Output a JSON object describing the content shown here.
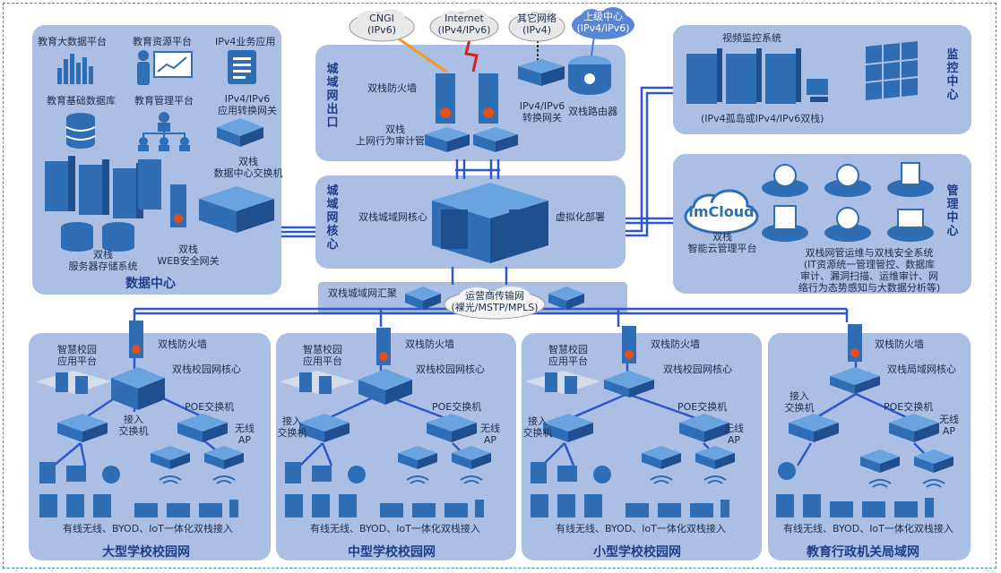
{
  "datacenter": {
    "title": "数据中心",
    "bigdata": "教育大数据平台",
    "resource": "教育资源平台",
    "ipv4app": "IPv4业务应用",
    "basicdb": "教育基础数据库",
    "mgmt": "教育管理平台",
    "gw_l1": "IPv4/IPv6",
    "gw_l2": "应用转换网关",
    "dcsw_l1": "双栈",
    "dcsw_l2": "数据中心交换机",
    "srv_l1": "双栈",
    "srv_l2": "服务器存储系统",
    "waf_l1": "双栈",
    "waf_l2": "WEB安全网关"
  },
  "exit": {
    "title": "城域网出口",
    "firewall": "双栈防火墙",
    "audit_l1": "双栈",
    "audit_l2": "上网行为审计管理",
    "conv_l1": "IPv4/IPv6",
    "conv_l2": "转换网关",
    "router": "双栈路由器"
  },
  "clouds": {
    "cngi_l1": "CNGI",
    "cngi_l2": "(IPv6)",
    "inet_l1": "Internet",
    "inet_l2": "(IPv4/IPv6)",
    "other_l1": "其它网络",
    "other_l2": "(IPv4)",
    "upper_l1": "上级中心",
    "upper_l2": "(IPv4/IPv6)"
  },
  "core": {
    "title": "城域网核心",
    "core": "双栈城域网核心",
    "virtual": "虚拟化部署"
  },
  "agg": {
    "label": "双栈城域网汇聚",
    "carrier_l1": "运营商传输网",
    "carrier_l2": "(裸光/MSTP/MPLS)"
  },
  "monitor": {
    "title": "监控中心",
    "video": "视频监控系统",
    "note": "(IPv4孤岛或IPv4/IPv6双栈)"
  },
  "manage": {
    "title": "管理中心",
    "imc": "imCloud",
    "imc_l1": "双栈",
    "imc_l2": "智能云管理平台",
    "desc_l1": "双栈网管运维与双栈安全系统",
    "desc_l2": "(IT资源统一管理管控、数据库",
    "desc_l3": "审计、漏洞扫描、运维审计、网",
    "desc_l4": "络行为态势感知与大数据分析等)"
  },
  "campus": [
    {
      "title": "大型学校校园网",
      "fw": "双栈防火墙",
      "app_l1": "智慧校园",
      "app_l2": "应用平台",
      "core": "双栈校园网核心",
      "poe": "POE交换机",
      "access_l1": "接入",
      "access_l2": "交换机",
      "ap_l1": "无线",
      "ap_l2": "AP",
      "footer": "有线无线、BYOD、IoT一体化双栈接入"
    },
    {
      "title": "中型学校校园网",
      "fw": "双栈防火墙",
      "app_l1": "智慧校园",
      "app_l2": "应用平台",
      "core": "双栈校园网核心",
      "poe": "POE交换机",
      "access_l1": "接入",
      "access_l2": "交换机",
      "ap_l1": "无线",
      "ap_l2": "AP",
      "footer": "有线无线、BYOD、IoT一体化双栈接入"
    },
    {
      "title": "小型学校校园网",
      "fw": "双栈防火墙",
      "app_l1": "智慧校园",
      "app_l2": "应用平台",
      "core": "双栈校园网核心",
      "poe": "POE交换机",
      "access_l1": "接入",
      "access_l2": "交换机",
      "ap_l1": "无线",
      "ap_l2": "AP",
      "footer": "有线无线、BYOD、IoT一体化双栈接入"
    },
    {
      "title": "教育行政机关局域网",
      "fw": "双栈防火墙",
      "app_l1": "",
      "app_l2": "",
      "core": "双栈局域网核心",
      "poe": "POE交换机",
      "access_l1": "接入",
      "access_l2": "交换机",
      "ap_l1": "无线",
      "ap_l2": "AP",
      "footer": "有线无线、BYOD、IoT一体化双栈接入"
    }
  ],
  "colors": {
    "panel": "#aabfe3",
    "device": "#2f6db5",
    "device_light": "#6aa4e0",
    "link": "#2e57c9",
    "firewall_link": "#e0501b"
  }
}
